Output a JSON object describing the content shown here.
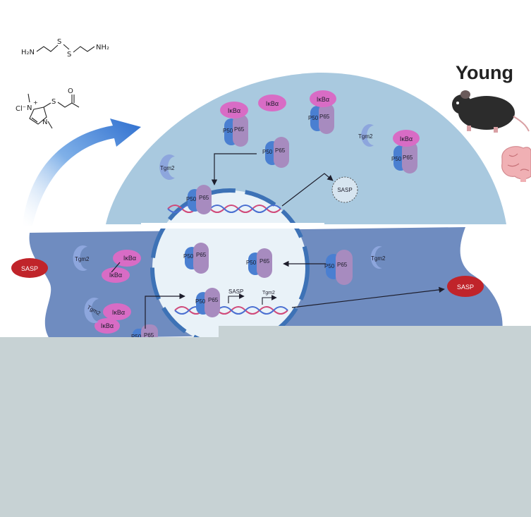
{
  "chem": {
    "cysteamine": {
      "h2n": "H₂N",
      "s1": "S",
      "s2": "S",
      "nh2": "NH₂"
    },
    "salt": {
      "cl": "Cl⁻",
      "n1": "N",
      "plus": "+",
      "s": "S",
      "o": "O",
      "n2": "N"
    }
  },
  "title_young": "Young",
  "labels": {
    "ikba": "IκBα",
    "p50": "P50",
    "p65": "P65",
    "tgm2": "Tgm2",
    "sasp": "SASP"
  },
  "colors": {
    "young_cell": "#a9c9df",
    "old_cell": "#6f8cc0",
    "nucleus": "#e9f2f8",
    "nuclear_envelope": "#3d72b6",
    "p50": "#4a7fd1",
    "p65": "#a78bbf",
    "ikba": "#d86cc5",
    "tgm2": "#8da6dd",
    "sasp": "#c0242a",
    "arrow": "#3f7fd0",
    "cover": "#c7d2d4"
  }
}
